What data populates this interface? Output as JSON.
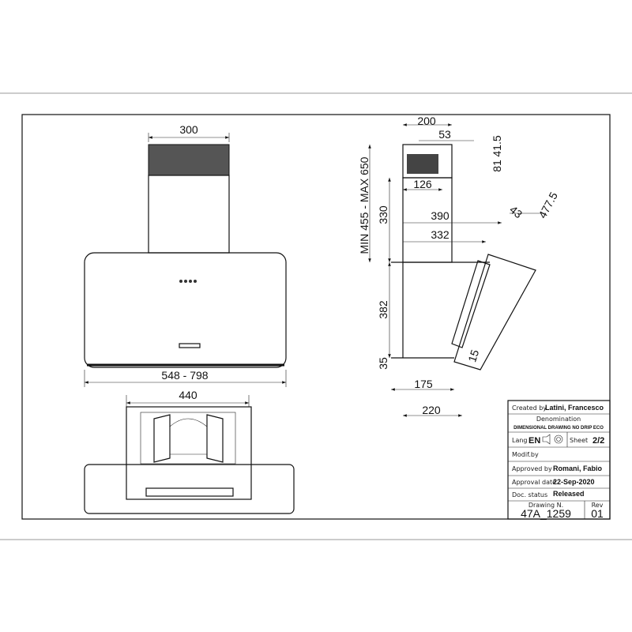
{
  "front_view": {
    "chimney_width": "300",
    "hood_width": "548  -  798"
  },
  "bottom_view": {
    "width": "440"
  },
  "side_view": {
    "top_depth": "200",
    "offset_53": "53",
    "height_415": "41.5",
    "height_81": "81",
    "depth_126": "126",
    "height_330": "330",
    "depth_390": "390",
    "depth_332": "332",
    "angle_43": "43",
    "length_477": "477.5",
    "range_label": "MIN  455  -  MAX  650",
    "height_382": "382",
    "height_35": "35",
    "thickness_15": "15",
    "depth_175": "175",
    "depth_220": "220"
  },
  "title_block": {
    "created_label": "Created by",
    "created_value": "Latini, Francesco",
    "denomination_label": "Denomination",
    "denomination_value": "DIMENSIONAL DRAWING NO DRIP ECO",
    "lang_label": "Lang",
    "lang_value": "EN",
    "sheet_label": "Sheet",
    "sheet_value": "2/2",
    "modif_label": "Modif.by",
    "approved_label": "Approved by",
    "approved_value": "Romani, Fabio",
    "approval_date_label": "Approval date",
    "approval_date_value": "22-Sep-2020",
    "status_label": "Doc. status",
    "status_value": "Released",
    "drawing_label": "Drawing N.",
    "drawing_value": "47A_1259",
    "rev_label": "Rev",
    "rev_value": "01"
  }
}
